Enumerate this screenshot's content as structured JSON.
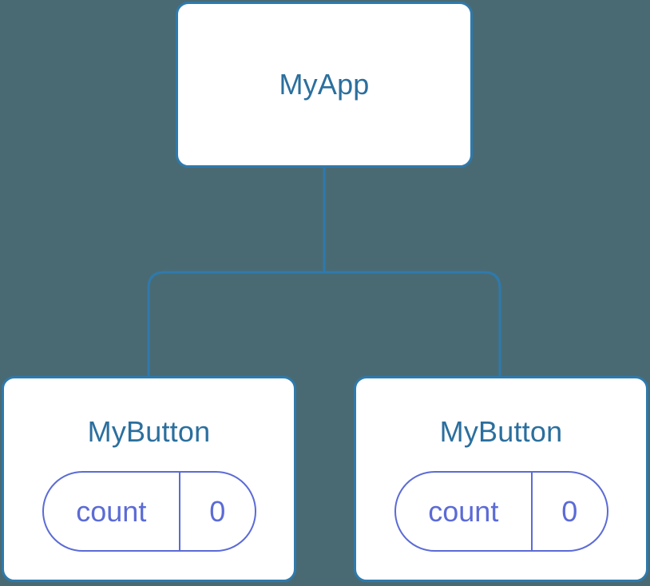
{
  "diagram": {
    "type": "component-tree",
    "background_color": "#4a6a73",
    "node_border_color": "#2e7aad",
    "node_fill_color": "#ffffff",
    "title_text_color": "#2b6f9e",
    "state_accent_color": "#5b6bd6",
    "connector_color": "#2e7aad"
  },
  "root": {
    "title": "MyApp"
  },
  "children": [
    {
      "title": "MyButton",
      "state": {
        "key": "count",
        "value": "0"
      }
    },
    {
      "title": "MyButton",
      "state": {
        "key": "count",
        "value": "0"
      }
    }
  ]
}
